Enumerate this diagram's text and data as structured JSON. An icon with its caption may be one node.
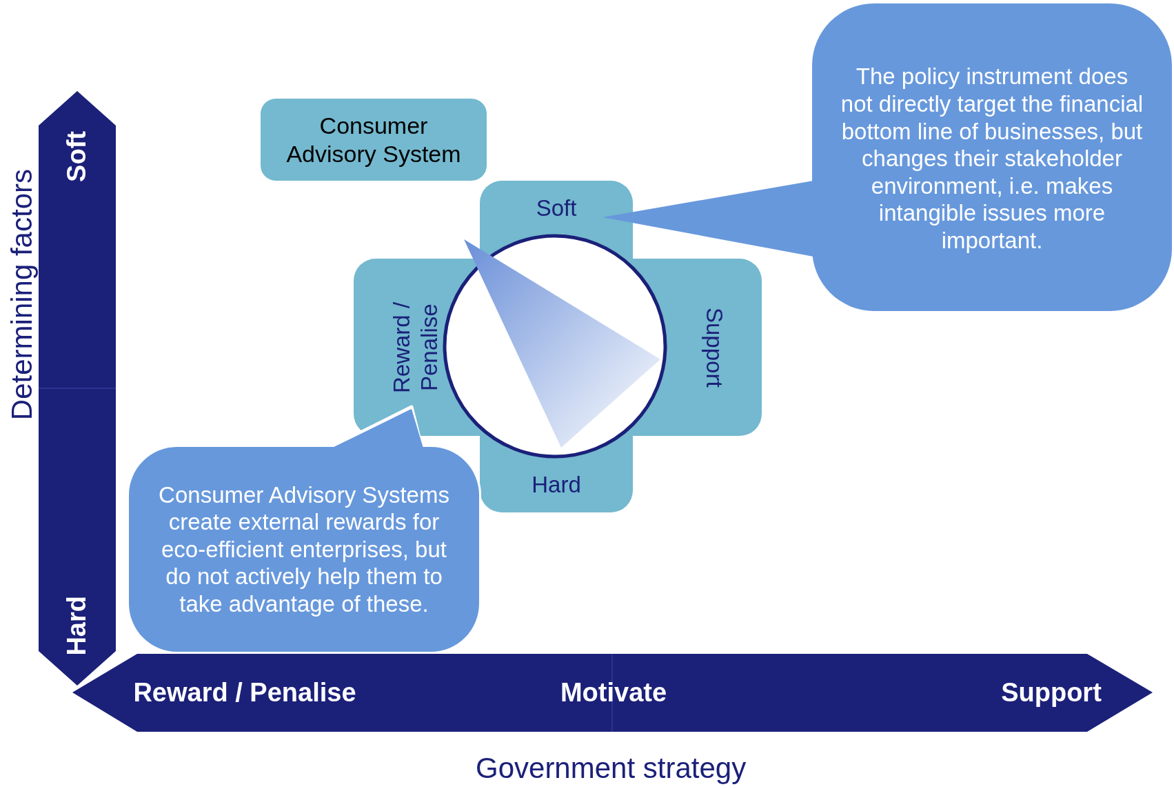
{
  "diagram": {
    "nodes": [
      {
        "text": [
          "Soft",
          "Hard"
        ],
        "beside": [
          "Determining factors"
        ]
      },
      {
        "text": [
          "Reward / Penalise",
          "Motivate",
          "Support"
        ],
        "beside": [
          "Government strategy"
        ]
      },
      {
        "text": [
          "Consumer Advisory System"
        ]
      },
      {
        "text": [
          "Soft",
          "Reward / Penalise",
          "Support",
          "Hard"
        ]
      },
      {
        "text": [
          "The policy instrument does not directly target the financial bottom line of businesses, but changes their stakeholder environment, i.e. makes intangible issues more important."
        ]
      },
      {
        "text": [
          "Consumer Advisory Systems create external rewards for eco-efficient enterprises, but do not actively help them to take advantage of these."
        ]
      }
    ]
  }
}
